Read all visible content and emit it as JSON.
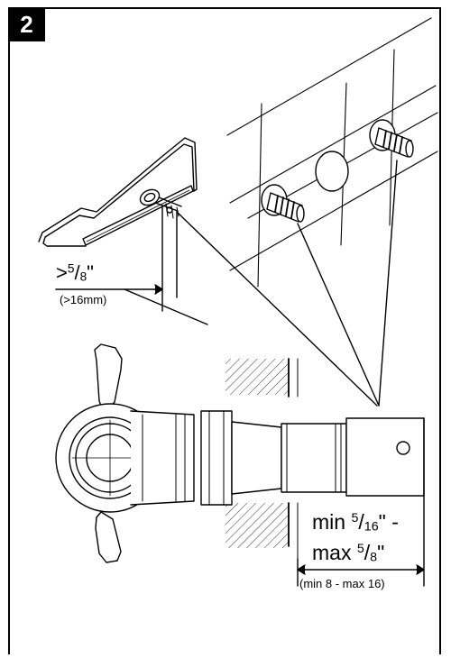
{
  "step": {
    "number": "2"
  },
  "cut_label": {
    "prefix": ">",
    "num": "5",
    "den": "8",
    "unit": "\"",
    "metric": "(>16mm)"
  },
  "range_label": {
    "min_prefix": "min ",
    "min_num": "5",
    "min_den": "16",
    "min_suffix": "\" -",
    "max_prefix": "max ",
    "max_num": "5",
    "max_den": "8",
    "max_suffix": "\"",
    "metric": "(min 8 - max 16)"
  }
}
